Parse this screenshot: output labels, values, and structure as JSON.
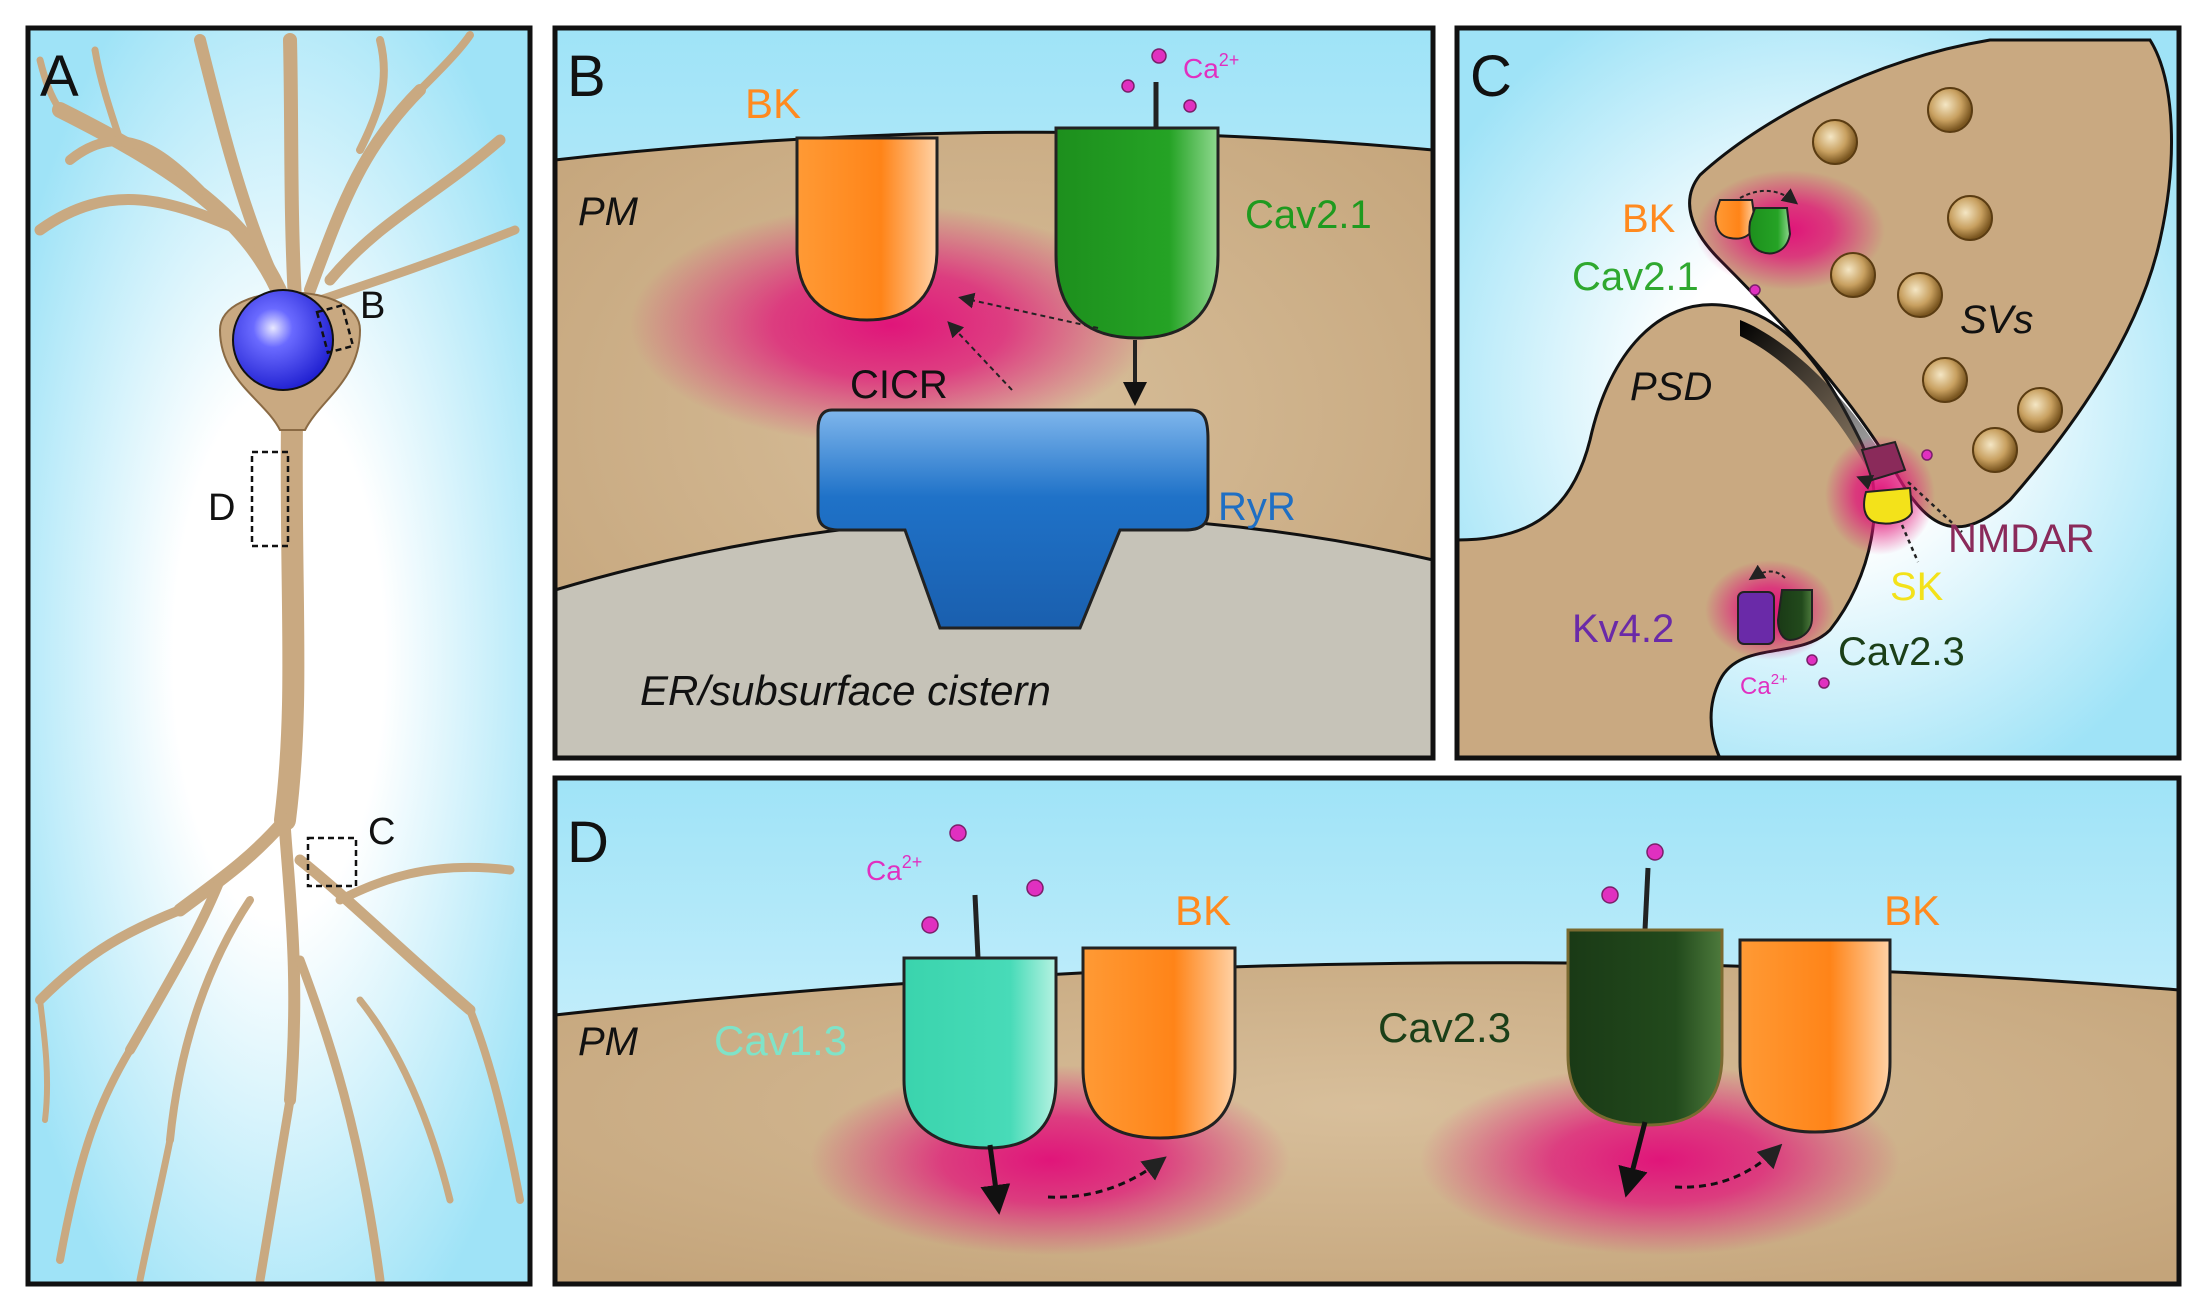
{
  "panels": {
    "a": {
      "letter": "A",
      "inset_b": "B",
      "inset_c": "C",
      "inset_d": "D"
    },
    "b": {
      "letter": "B",
      "membrane": "PM",
      "bk": "BK",
      "cav": "Cav2.1",
      "ca": "Ca",
      "ca_sup": "2+",
      "cicr": "CICR",
      "ryr": "RyR",
      "er": "ER/subsurface cistern"
    },
    "c": {
      "letter": "C",
      "bk": "BK",
      "cav21": "Cav2.1",
      "svs": "SVs",
      "psd": "PSD",
      "nmdar": "NMDAR",
      "sk": "SK",
      "kv42": "Kv4.2",
      "cav23": "Cav2.3",
      "ca": "Ca",
      "ca_sup": "2+"
    },
    "d": {
      "letter": "D",
      "membrane": "PM",
      "ca": "Ca",
      "ca_sup": "2+",
      "bk_left": "BK",
      "bk_right": "BK",
      "cav13": "Cav1.3",
      "cav23": "Cav2.3"
    }
  },
  "colors": {
    "bk": "#ff8a1f",
    "cav21": "#1f9a1f",
    "cav13": "#3fd3b0",
    "cav23": "#1b3f18",
    "ryr": "#1f6fc4",
    "calcium": "#e030c0",
    "hotspot": "#e01a7a",
    "membrane": "#c9a981",
    "background": "#bfeeff",
    "nmdar": "#8a2a5a",
    "sk": "#f3e21a",
    "kv42": "#6a2aa8",
    "nucleus": "#2a2ae8"
  }
}
